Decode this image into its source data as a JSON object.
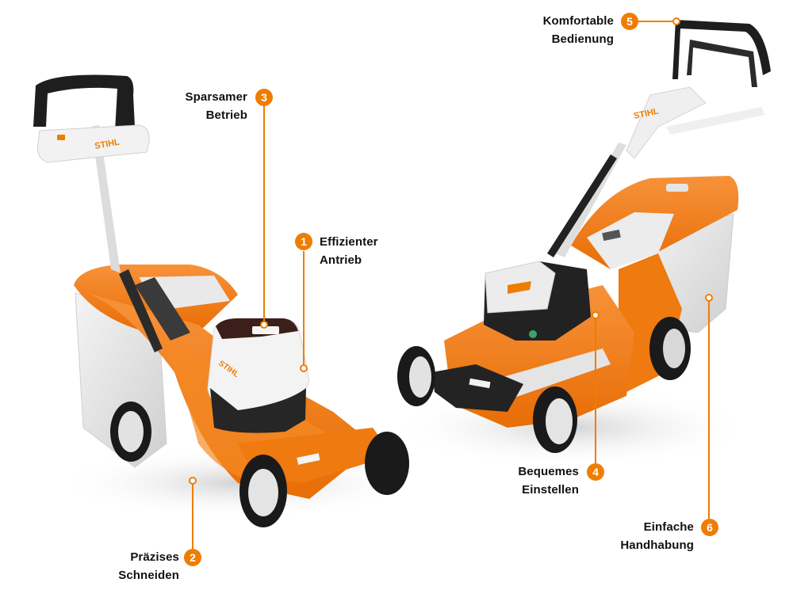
{
  "colors": {
    "accent": "#ef7d00",
    "text": "#111111",
    "body_orange": "#f07a12",
    "body_dark": "#262626",
    "body_grey": "#e3e3e3"
  },
  "brand": {
    "logo_text": "STIHL"
  },
  "products": [
    {
      "name": "battery-lawn-mower",
      "logo": "STIHL"
    },
    {
      "name": "petrol-lawn-mower",
      "logo": "STIHL"
    }
  ],
  "callouts": [
    {
      "number": "1",
      "lines": [
        "Effizienter",
        "Antrieb"
      ]
    },
    {
      "number": "2",
      "lines": [
        "Präzises",
        "Schneiden"
      ]
    },
    {
      "number": "3",
      "lines": [
        "Sparsamer",
        "Betrieb"
      ]
    },
    {
      "number": "4",
      "lines": [
        "Bequemes",
        "Einstellen"
      ]
    },
    {
      "number": "5",
      "lines": [
        "Komfortable",
        "Bedienung"
      ]
    },
    {
      "number": "6",
      "lines": [
        "Einfache",
        "Handhabung"
      ]
    }
  ]
}
